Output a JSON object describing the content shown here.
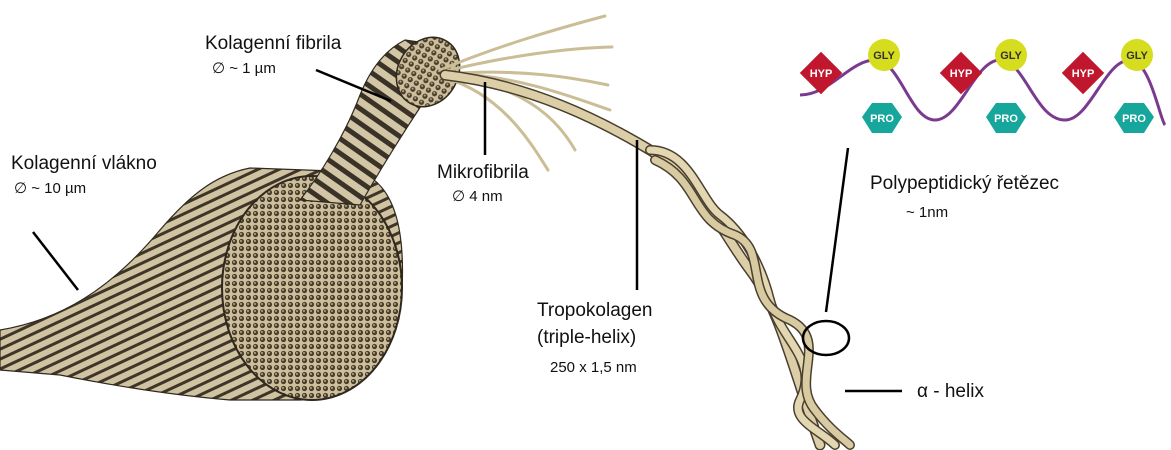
{
  "labels": {
    "fibrila_name": "Kolagenní fibrila",
    "fibrila_size": "∅ ~ 1 µm",
    "vlakno_name": "Kolagenní vlákno",
    "vlakno_size": "∅ ~ 10 µm",
    "mikrofibrila_name": "Mikrofibrila",
    "mikrofibrila_size": "∅ 4 nm",
    "tropokolagen_name": "Tropokolagen",
    "tropokolagen_sub": "(triple-helix)",
    "tropokolagen_size": "250 x 1,5 nm",
    "polypeptid_name": "Polypeptidický řetězec",
    "polypeptid_size": "~ 1nm",
    "alpha_helix": "α - helix"
  },
  "residues": {
    "hyp": "HYP",
    "gly": "GLY",
    "pro": "PRO"
  },
  "colors": {
    "hyp": "#c0172f",
    "gly": "#d6dc1e",
    "pro": "#17a69b",
    "chain": "#7a3b8f",
    "fiber_dark": "#3e3528",
    "fiber_light": "#c8bb99",
    "strand": "#dccfa8"
  }
}
